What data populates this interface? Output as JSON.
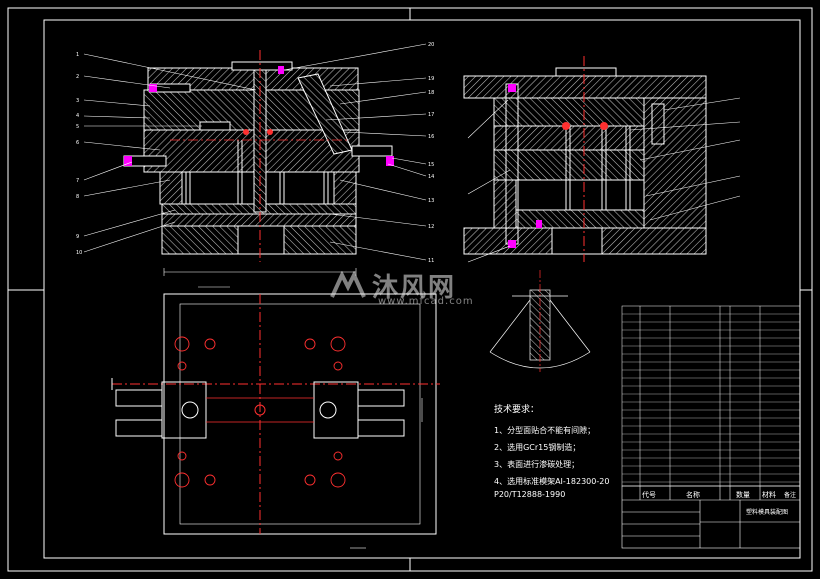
{
  "watermark": {
    "brand": "沐风网",
    "url": "www.mfcad.com"
  },
  "tech_requirements": {
    "title": "技术要求：",
    "items": [
      "1、分型面贴合不能有间隙；",
      "2、选用GCr15钢制造；",
      "3、表面进行渗碳处理；",
      "4、选用标准模架AI-182300-20",
      "P20/T12888-1990"
    ]
  },
  "title_block": {
    "headers": [
      "代号",
      "名称",
      "数量",
      "材料",
      "备注"
    ],
    "drawing_title": "塑料模具装配图"
  },
  "colors": {
    "outline": "#ffffff",
    "centerline": "#ff3030",
    "hatch": "#bfbfbf",
    "leader": "#ffffff",
    "accent": "#ff00ff"
  },
  "callouts_left": [
    "1",
    "2",
    "3",
    "4",
    "5",
    "6",
    "7",
    "8",
    "9",
    "10"
  ],
  "callouts_right": [
    "20",
    "19",
    "18",
    "17",
    "16",
    "15",
    "14",
    "13",
    "12",
    "11"
  ]
}
